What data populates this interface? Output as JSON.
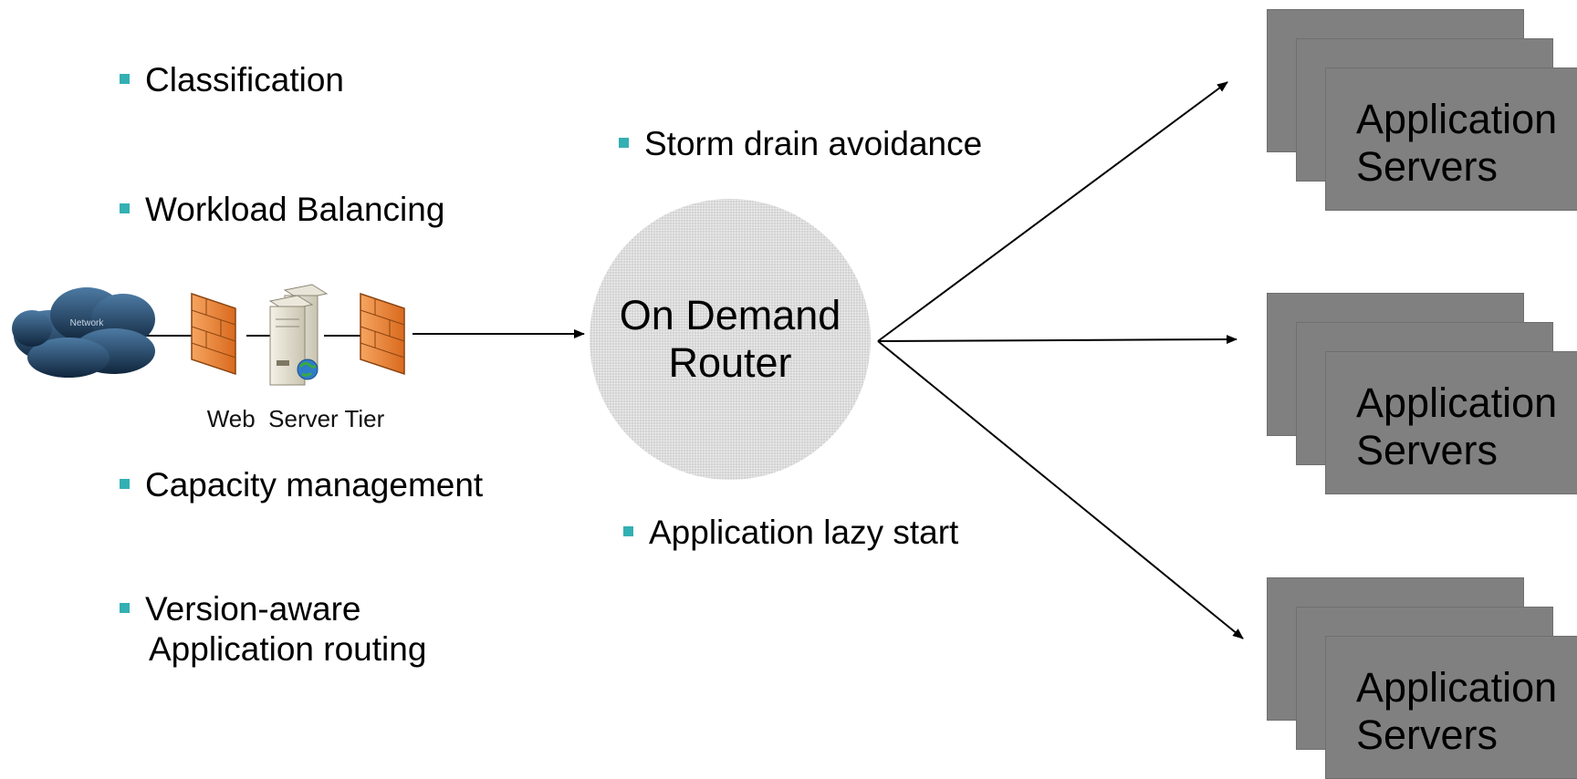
{
  "left_features": [
    {
      "text": "Classification"
    },
    {
      "text": "Workload Balancing"
    },
    {
      "text": "Capacity management"
    },
    {
      "lines": [
        "Version-aware",
        "Application routing"
      ]
    }
  ],
  "router_features": {
    "top": "Storm drain avoidance",
    "bottom": "Application lazy start"
  },
  "router": {
    "line1": "On Demand",
    "line2": "Router"
  },
  "web_tier": {
    "label": "Web  Server Tier",
    "cloud_text": "Network"
  },
  "server_groups": [
    {
      "line1": "Application",
      "line2": "Servers"
    },
    {
      "line1": "Application",
      "line2": "Servers"
    },
    {
      "line1": "Application",
      "line2": "Servers"
    }
  ],
  "colors": {
    "bullet": "#33b0b3",
    "router_fill": "#d3d3d3",
    "server_box": "#808080",
    "firewall": "#f08a3c",
    "cloud": "#1c3c5c"
  }
}
